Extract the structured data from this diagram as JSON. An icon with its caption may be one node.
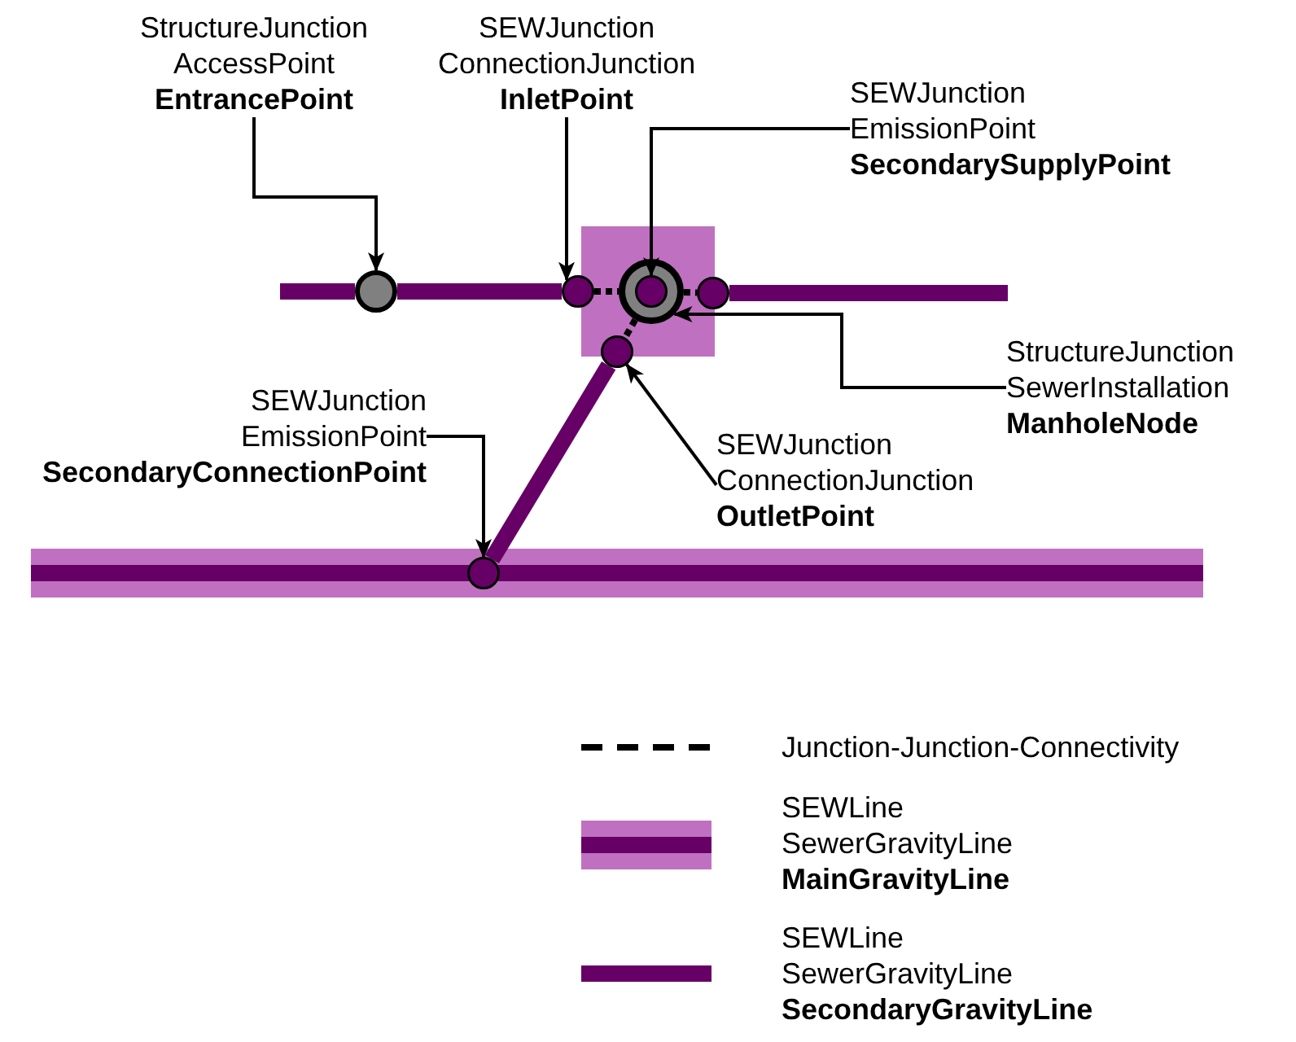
{
  "diagram": {
    "nodes": [
      {
        "text": [
          "StructureJunction",
          "AccessPoint",
          "EntrancePoint"
        ]
      },
      {
        "text": [
          "SEWJunction",
          "ConnectionJunction",
          "InletPoint"
        ]
      },
      {
        "text": [
          "SEWJunction",
          "EmissionPoint",
          "SecondarySupplyPoint"
        ]
      },
      {
        "text": [],
        "shape": "box"
      },
      {
        "text": [],
        "shape": "circle"
      },
      {
        "text": [],
        "shape": "circle"
      },
      {
        "text": [],
        "shape": "circle",
        "in": 3
      },
      {
        "text": [],
        "shape": "circle",
        "in": 6
      },
      {
        "text": [],
        "shape": "circle"
      },
      {
        "text": [],
        "shape": "circle"
      },
      {
        "text": [
          "StructureJunction",
          "SewerInstallation",
          "ManholeNode"
        ]
      },
      {
        "text": [
          "SEWJunction",
          "EmissionPoint",
          "SecondaryConnectionPoint"
        ]
      },
      {
        "text": [
          "SEWJunction",
          "ConnectionJunction",
          "OutletPoint"
        ]
      },
      {
        "text": [],
        "shape": "bar"
      },
      {
        "text": [],
        "shape": "circle",
        "in": 13
      }
    ],
    "edges": [
      {
        "from": 0,
        "to": 4,
        "arrow": "to"
      },
      {
        "from": 1,
        "to": 5,
        "arrow": "to"
      },
      {
        "from": 2,
        "to": 7,
        "arrow": "to"
      },
      {
        "from": 10,
        "to": 6,
        "arrow": "to"
      },
      {
        "from": 11,
        "to": 14,
        "arrow": "to"
      },
      {
        "from": 12,
        "to": 9,
        "arrow": "to"
      },
      {
        "from": null,
        "to": 4,
        "arrow": "none",
        "style": "thick",
        "color": "#660066"
      },
      {
        "from": 4,
        "to": 5,
        "arrow": "none",
        "style": "thick",
        "color": "#660066"
      },
      {
        "from": 8,
        "to": null,
        "arrow": "none",
        "style": "thick",
        "color": "#660066"
      },
      {
        "from": 9,
        "to": 14,
        "arrow": "none",
        "style": "thick",
        "color": "#660066"
      },
      {
        "from": 5,
        "to": 6,
        "arrow": "none",
        "style": "dashed"
      },
      {
        "from": 6,
        "to": 8,
        "arrow": "none",
        "style": "dashed"
      },
      {
        "from": 6,
        "to": 9,
        "arrow": "none",
        "style": "dashed"
      }
    ],
    "legend": [
      {
        "text": "Junction-Junction-Connectivity"
      },
      {
        "text": "SEWLine SewerGravityLine **MainGravityLine**"
      },
      {
        "text": "SEWLine SewerGravityLine **SecondaryGravityLine**"
      }
    ]
  }
}
